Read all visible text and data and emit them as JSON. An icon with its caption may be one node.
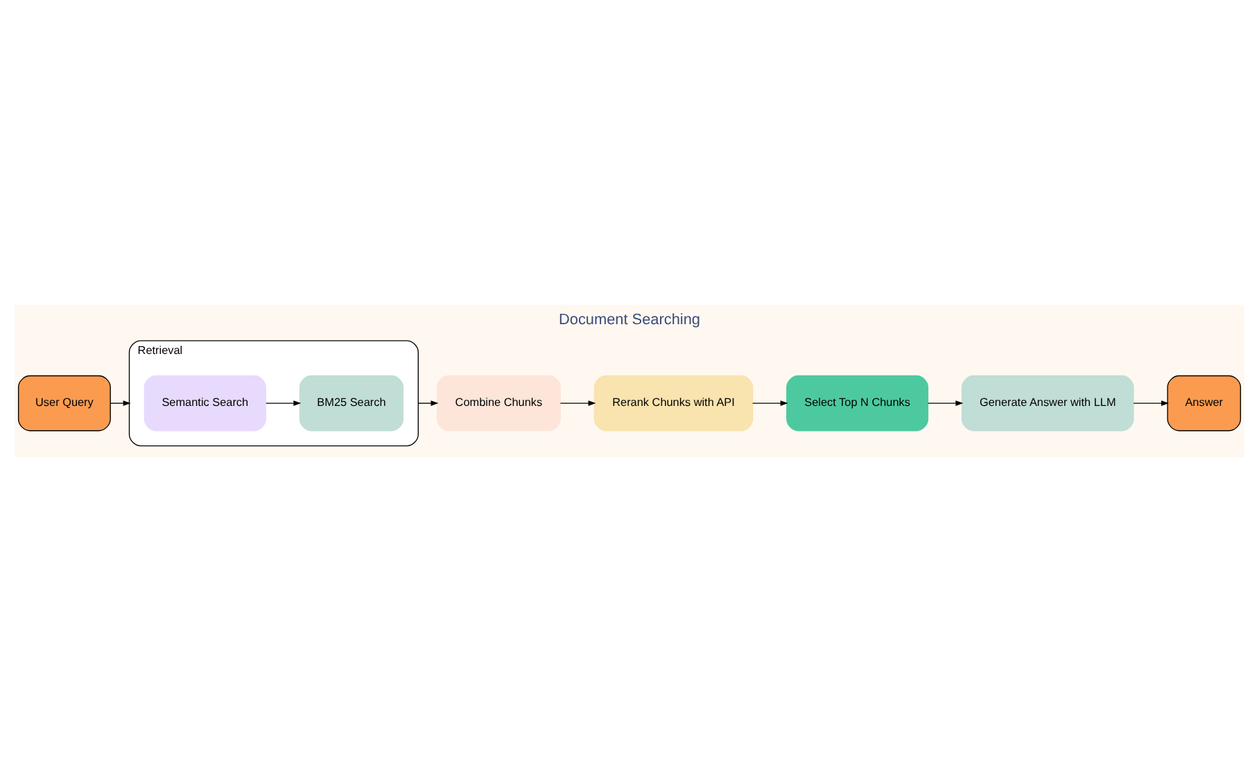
{
  "diagram": {
    "title": "Document Searching",
    "nodes": [
      {
        "text": [
          "User Query"
        ]
      },
      {
        "text": [
          "Retrieval"
        ]
      },
      {
        "text": [
          "Semantic Search"
        ],
        "in": 1
      },
      {
        "text": [
          "BM25 Search"
        ],
        "in": 1
      },
      {
        "text": [
          "Combine Chunks"
        ]
      },
      {
        "text": [
          "Rerank Chunks with API"
        ]
      },
      {
        "text": [
          "Select Top N Chunks"
        ]
      },
      {
        "text": [
          "Generate Answer with LLM"
        ]
      },
      {
        "text": [
          "Answer"
        ]
      }
    ],
    "edges": [
      {
        "from": 0,
        "to": 1,
        "arrow": "to"
      },
      {
        "from": 2,
        "to": 3,
        "arrow": "to"
      },
      {
        "from": 1,
        "to": 4,
        "arrow": "to"
      },
      {
        "from": 4,
        "to": 5,
        "arrow": "to"
      },
      {
        "from": 5,
        "to": 6,
        "arrow": "to"
      },
      {
        "from": 6,
        "to": 7,
        "arrow": "to"
      },
      {
        "from": 7,
        "to": 8,
        "arrow": "to"
      }
    ]
  }
}
